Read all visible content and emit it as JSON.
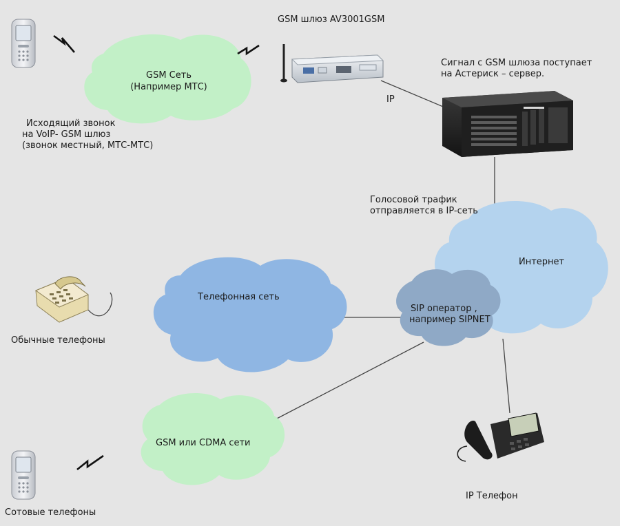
{
  "colors": {
    "background": "#e5e5e5",
    "gsm_cloud": "#c2f0c7",
    "blue_cloud": "#8fb6e3",
    "internet_cloud": "#b4d3ee",
    "sip_cloud": "#8fa9c6",
    "line": "#444444"
  },
  "icons": [
    "mobile-phone-icon",
    "signal-lightning-icon",
    "gsm-gateway-icon",
    "server-icon",
    "desk-phone-icon",
    "ip-phone-icon"
  ],
  "gsm_gateway": {
    "title": "GSM шлюз AV3001GSM"
  },
  "server": {
    "caption_line1": "Сигнал с GSM шлюза поступает",
    "caption_line2": "на Астериск – сервер."
  },
  "ip_link": {
    "label": "IP"
  },
  "gsm_network": {
    "line1": "GSM Сеть",
    "line2": "(Например МТС)"
  },
  "outgoing_call": {
    "line1": "Исходящий звонок",
    "line2": "на VoIP- GSM шлюз",
    "line3": "(звонок местный, МТС-МТС)"
  },
  "voice_traffic": {
    "line1": "Голосовой трафик",
    "line2": "отправляется в IP-сеть"
  },
  "internet": {
    "label": "Интернет"
  },
  "phone_network": {
    "label": "Телефонная сеть"
  },
  "sip_operator": {
    "line1": "SIP оператор ,",
    "line2": "например SIPNET"
  },
  "landline": {
    "label": "Обычные телефоны"
  },
  "gsm_cdma": {
    "label": "GSM или CDMA сети"
  },
  "cell_phones": {
    "label": "Сотовые телефоны"
  },
  "ip_phone": {
    "label": "IP Телефон"
  }
}
